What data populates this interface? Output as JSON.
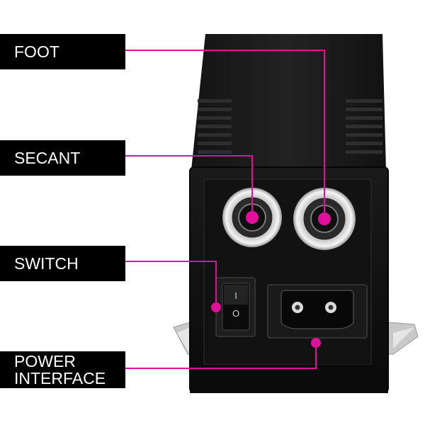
{
  "labels": {
    "foot": "FOOT",
    "secant": "SECANT",
    "switch": "SWITCH",
    "power_line1": "POWER",
    "power_line2": "INTERFACE"
  },
  "colors": {
    "accent": "#e0109a",
    "body": "#0d0d0d",
    "panel": "#161616",
    "label_bg": "#000000",
    "label_text": "#ffffff"
  },
  "switch_symbols": {
    "on": "I",
    "off": "O"
  }
}
